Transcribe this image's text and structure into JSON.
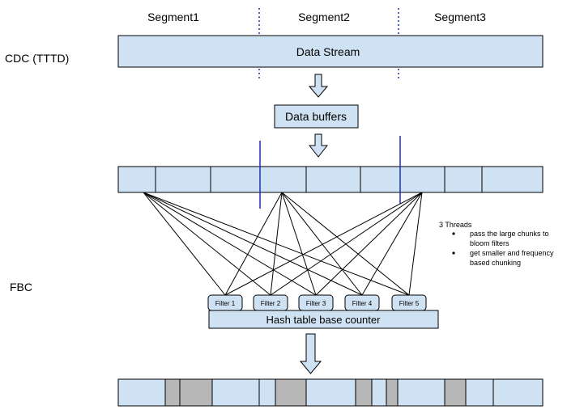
{
  "segments": [
    "Segment1",
    "Segment2",
    "Segment3"
  ],
  "side_labels": {
    "cdc": "CDC (TTTD)",
    "fbc": "FBC"
  },
  "data_stream_label": "Data Stream",
  "data_buffers_label": "Data buffers",
  "filters": [
    "Filter 1",
    "Filter 2",
    "Filter 3",
    "Filter 4",
    "Filter 5"
  ],
  "hash_table_label": "Hash table base counter",
  "threads_note": {
    "title": "3 Threads",
    "bullets": [
      "pass the  large chunks to bloom filters",
      "get smaller and frequency based chunking"
    ],
    "bullet_lines": [
      [
        "pass the  large chunks to",
        "bloom filters"
      ],
      [
        "get smaller and frequency",
        "based chunking"
      ]
    ]
  },
  "colors": {
    "box_fill": "#cfe2f3",
    "gray_chunk": "#b7b7b7",
    "divider_blue": "#1c2fb5",
    "stroke": "#000000"
  }
}
